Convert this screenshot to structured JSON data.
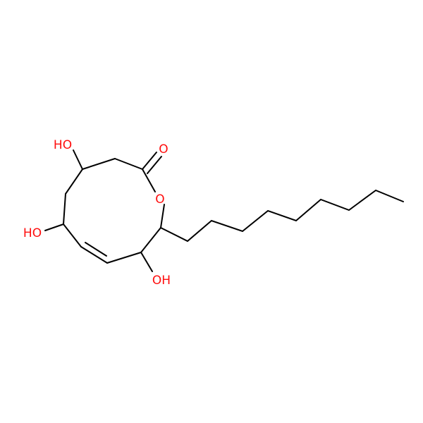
{
  "colors": {
    "bond": "#000000",
    "oxygen": "#ff0d0d",
    "background": "#ffffff"
  },
  "atoms": {
    "carbonyl_o": "O",
    "ring_o": "O",
    "oh_top": "HO",
    "oh_left": "HO",
    "oh_bottom": "OH"
  }
}
